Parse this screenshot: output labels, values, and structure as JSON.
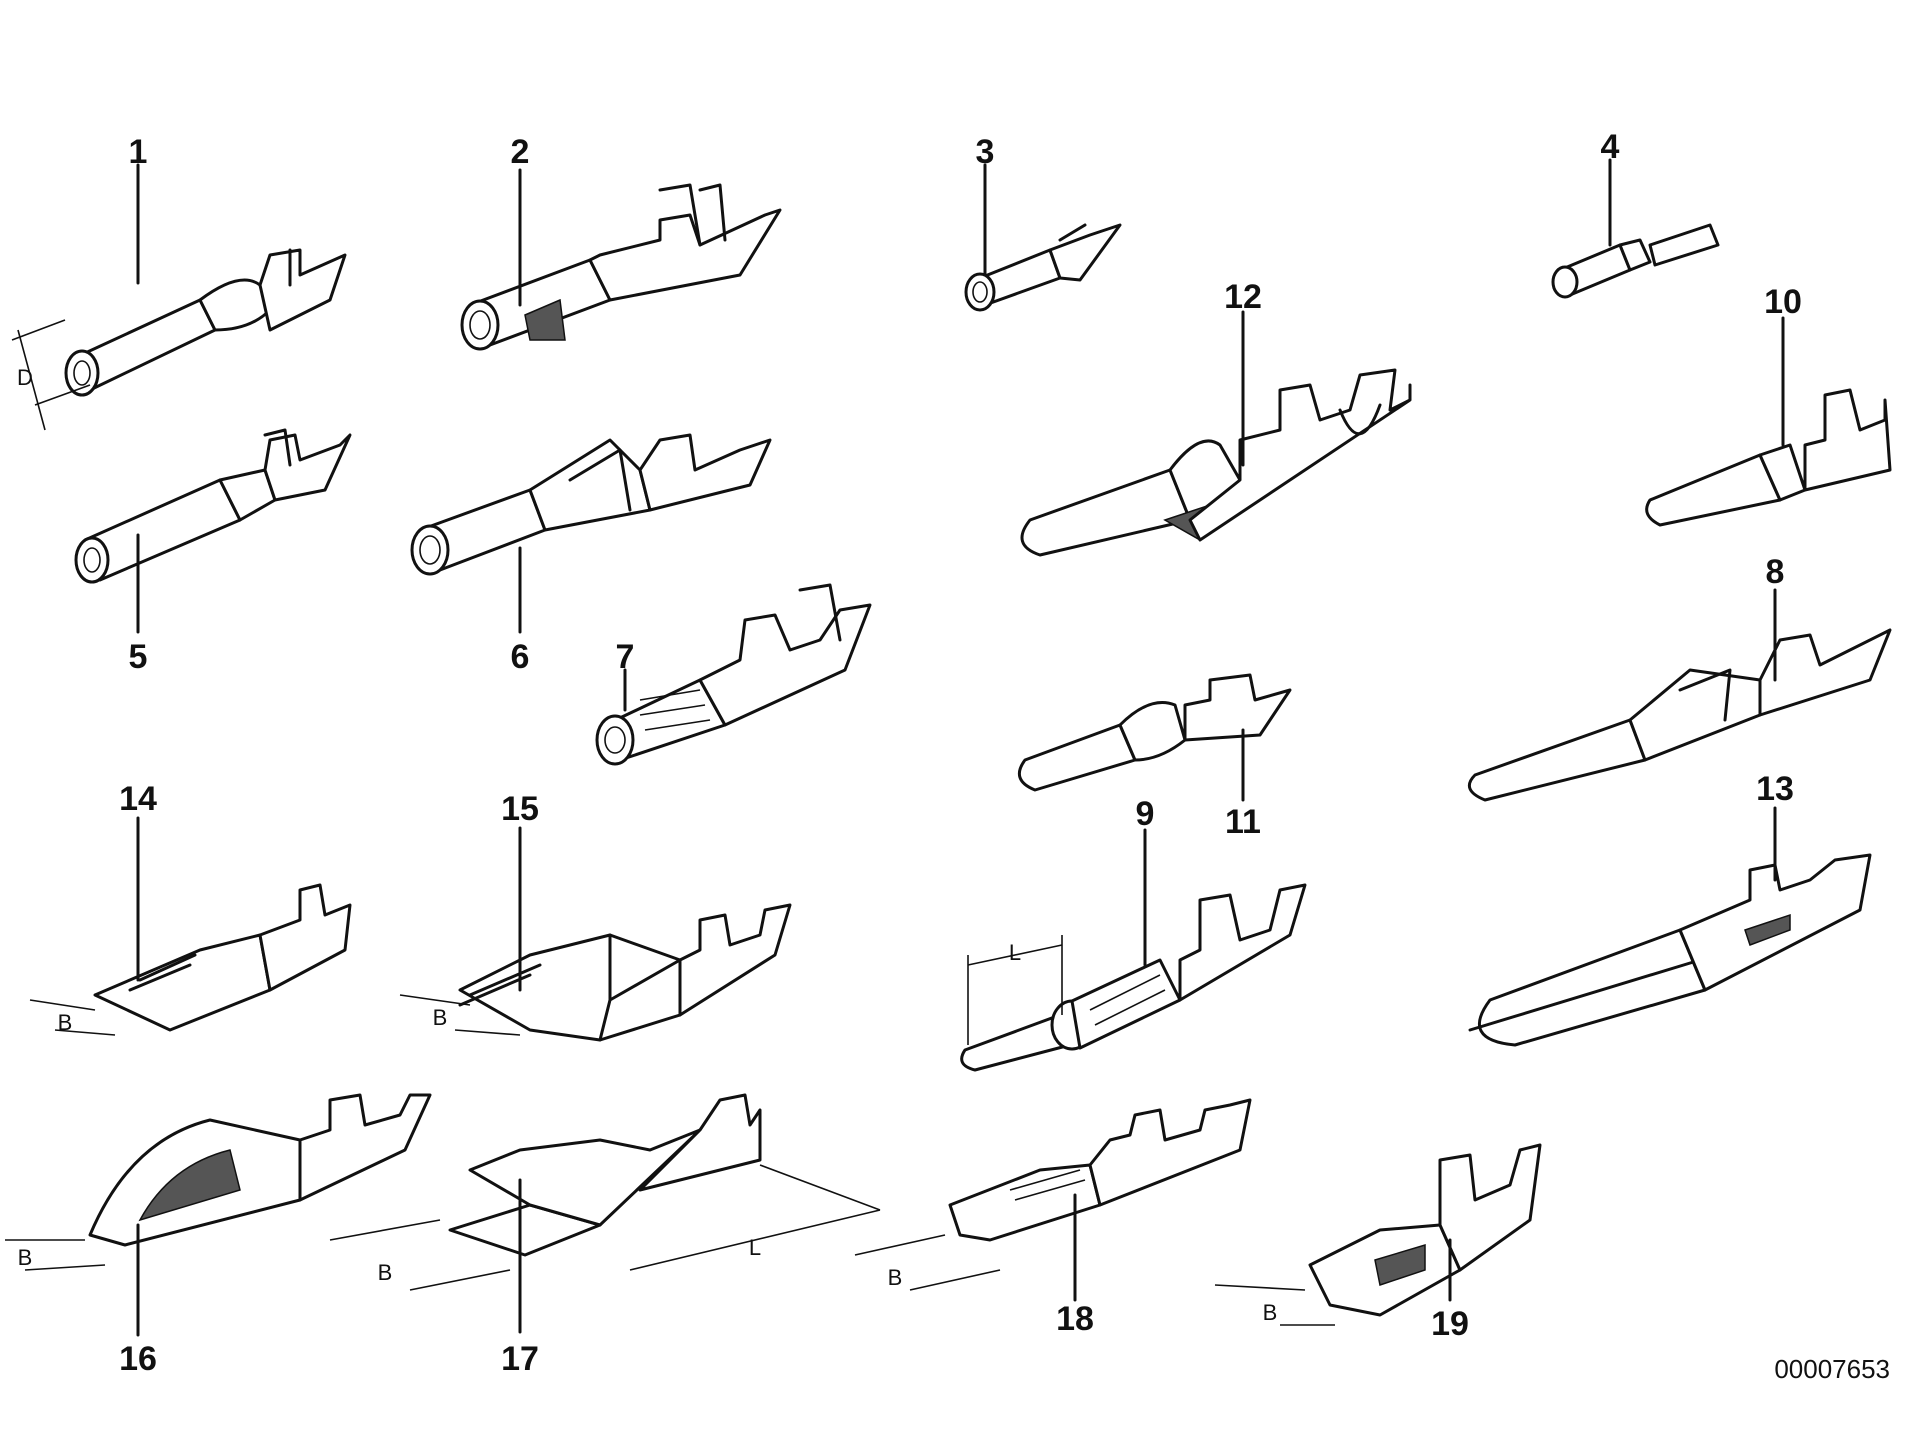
{
  "parts": [
    {
      "id": "p1",
      "label": "1"
    },
    {
      "id": "p2",
      "label": "2"
    },
    {
      "id": "p3",
      "label": "3"
    },
    {
      "id": "p4",
      "label": "4"
    },
    {
      "id": "p5",
      "label": "5"
    },
    {
      "id": "p6",
      "label": "6"
    },
    {
      "id": "p7",
      "label": "7"
    },
    {
      "id": "p8",
      "label": "8"
    },
    {
      "id": "p9",
      "label": "9"
    },
    {
      "id": "p10",
      "label": "10"
    },
    {
      "id": "p11",
      "label": "11"
    },
    {
      "id": "p12",
      "label": "12"
    },
    {
      "id": "p13",
      "label": "13"
    },
    {
      "id": "p14",
      "label": "14"
    },
    {
      "id": "p15",
      "label": "15"
    },
    {
      "id": "p16",
      "label": "16"
    },
    {
      "id": "p17",
      "label": "17"
    },
    {
      "id": "p18",
      "label": "18"
    },
    {
      "id": "p19",
      "label": "19"
    }
  ],
  "dimensions": {
    "diameter": "D",
    "width": "B",
    "length": "L"
  },
  "reference_code": "00007653"
}
